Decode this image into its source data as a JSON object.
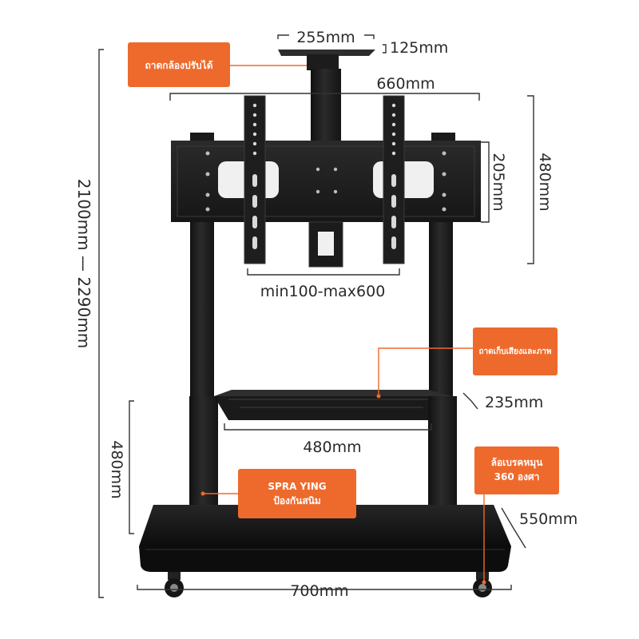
{
  "dimensions": {
    "camera_tray_width": "255mm",
    "camera_tray_depth": "125mm",
    "mount_width": "660mm",
    "mount_height": "205mm",
    "mount_total_height": "480mm",
    "vesa_range": "min100-max600",
    "total_height": "2100mm  —  2290mm",
    "shelf_width": "480mm",
    "shelf_depth": "235mm",
    "column_height": "480mm",
    "base_width": "700mm",
    "base_depth": "550mm"
  },
  "callouts": {
    "camera_tray": "ถาดกล้องปรับได้",
    "av_shelf": "ถาดเก็บเสียงและภาพ",
    "anti_rust_line1": "SPRA YING",
    "anti_rust_line2": "ป้องกันสนิม",
    "wheels_line1": "ล้อเบรคหมุน",
    "wheels_line2": "360 องศา"
  },
  "colors": {
    "accent": "#ee6a2c",
    "metal": "#1e1e1e"
  }
}
